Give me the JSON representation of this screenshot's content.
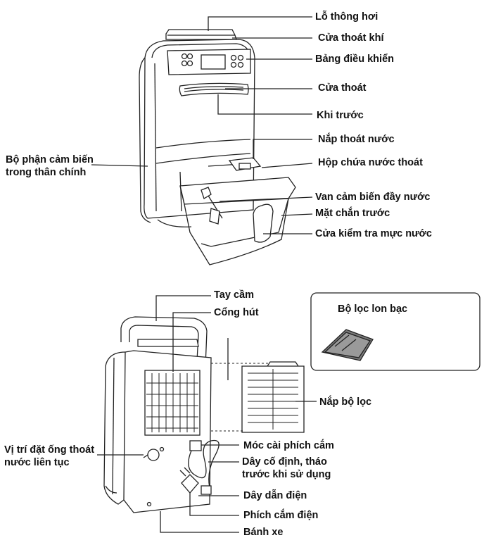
{
  "front": {
    "labels": [
      "Lỗ thông hơi",
      "Cửa thoát khí",
      "Bảng điều khiển",
      "Cửa thoát",
      "Khi trước",
      "Nắp thoát nước",
      "Hộp chứa nước thoát",
      "Van cảm biến đầy nước",
      "Mặt chắn trước",
      "Cửa kiểm tra mực nước"
    ],
    "sensor_label_line1": "Bộ phận cảm biến",
    "sensor_label_line2": "trong thân chính"
  },
  "back": {
    "handle": "Tay cầm",
    "intake": "Cổng hút",
    "filter_box_title": "Bộ lọc lon bạc",
    "filter_cover": "Nắp bộ lọc",
    "plug_hook": "Móc cài phích cắm",
    "tie_line1": "Dây cố định, tháo",
    "tie_line2": "trước khi sử dụng",
    "cord": "Dây dẫn điện",
    "plug": "Phích cắm điện",
    "wheel": "Bánh xe",
    "drain_line1": "Vị trí đặt ống thoát",
    "drain_line2": "nước liên tục"
  }
}
